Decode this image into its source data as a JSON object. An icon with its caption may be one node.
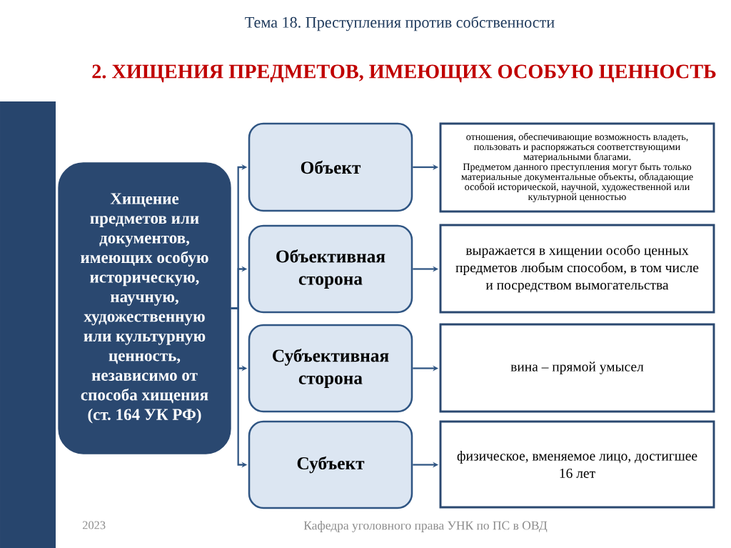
{
  "diagram": {
    "title": "2. ХИЩЕНИЯ ПРЕДМЕТОВ, ИМЕЮЩИХ ОСОБУЮ ЦЕННОСТЬ",
    "nodes": [
      {
        "text": [
          "Хищение предметов или документов, имеющих особую историческую, научную, художественную или культурную ценность, независимо от способа хищения (ст. 164 УК РФ)"
        ]
      },
      {
        "text": [
          "Объект"
        ]
      },
      {
        "text": [
          "Объективная сторона"
        ]
      },
      {
        "text": [
          "Субъективная сторона"
        ]
      },
      {
        "text": [
          "Субъект"
        ]
      },
      {
        "text": [
          "отношения, обеспечивающие возможность владеть, пользовать и распоряжаться соответствующими материальными благами.",
          "Предметом данного преступления могут быть только материальные документальные объекты, обладающие особой исторической, научной, художественной или культурной ценностью"
        ]
      },
      {
        "text": [
          "выражается в хищении особо ценных предметов любым способом, в том числе и посредством вымогательства"
        ]
      },
      {
        "text": [
          "вина – прямой умысел"
        ]
      },
      {
        "text": [
          "физическое, вменяемое лицо, достигшее 16 лет"
        ]
      },
      {
        "text": [],
        "shape": "bar"
      }
    ],
    "edges": [
      {
        "from": 0,
        "to": 1,
        "arrow": "to"
      },
      {
        "from": 0,
        "to": 2,
        "arrow": "to"
      },
      {
        "from": 0,
        "to": 3,
        "arrow": "to"
      },
      {
        "from": 0,
        "to": 4,
        "arrow": "to"
      },
      {
        "from": 1,
        "to": 5,
        "arrow": "to"
      },
      {
        "from": 2,
        "to": 6,
        "arrow": "to"
      },
      {
        "from": 3,
        "to": 7,
        "arrow": "to"
      },
      {
        "from": 4,
        "to": 8,
        "arrow": "to"
      }
    ],
    "labels": [
      "Тема 18. Преступления против собственности",
      "2023",
      "Кафедра уголовного права УНК по ПС в ОВД"
    ]
  }
}
